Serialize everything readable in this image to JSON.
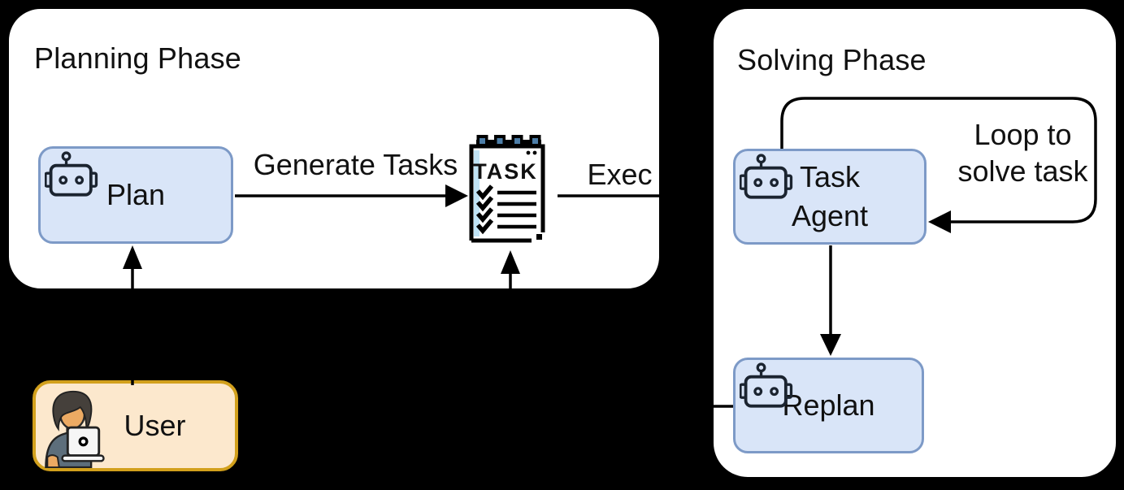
{
  "colors": {
    "canvas-bg": "#000000",
    "phase-bg": "#ffffff",
    "phase-border": "#000000",
    "agent-fill": "#d9e5f8",
    "agent-border": "#7d9ac7",
    "user-fill": "#fce8cd",
    "user-border": "#d2a01c",
    "wire": "#000000",
    "text": "#111111",
    "robot": "#1b2430",
    "tasklist-strip": "#bfe3f5",
    "tasklist-clip": "#4d7ea8",
    "person-hair": "#45403b",
    "person-skin": "#ecaa63",
    "person-shirt": "#5d6e7b",
    "laptop": "#f6f6f6"
  },
  "planning_phase": {
    "title": "Planning Phase",
    "plan_node": {
      "label": "Plan"
    },
    "edges": {
      "generate_tasks": "Generate Tasks",
      "exec": "Exec"
    },
    "tasklist": {
      "heading": "TASK",
      "checklist_rows": 4
    }
  },
  "solving_phase": {
    "title": "Solving Phase",
    "task_agent_node": {
      "label": "Task\nAgent"
    },
    "loop_annotation": "Loop to\nsolve task",
    "replan_node": {
      "label": "Replan"
    }
  },
  "user_node": {
    "label": "User"
  }
}
